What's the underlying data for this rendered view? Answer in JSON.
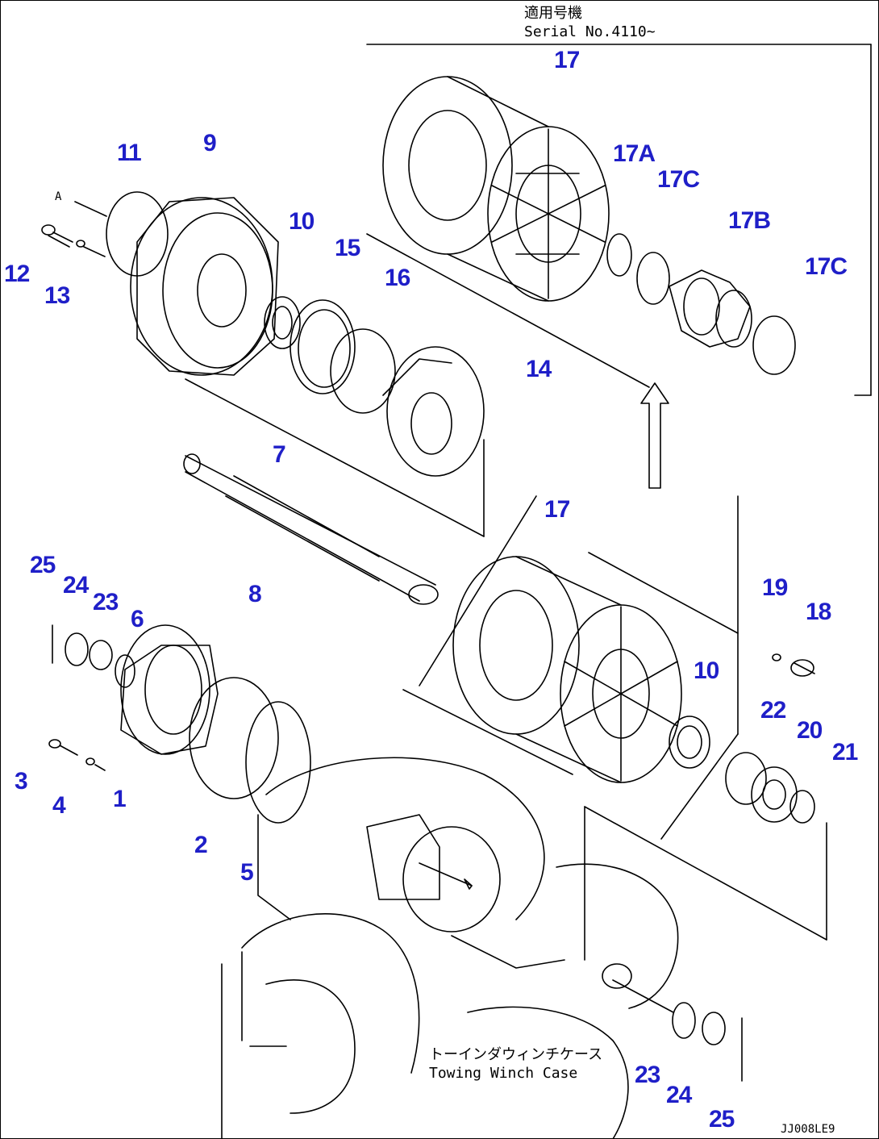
{
  "header": {
    "serial_jp": "適用号機",
    "serial_en": "Serial No.4110~"
  },
  "case": {
    "jp": "トーインダウィンチケース",
    "en": "Towing Winch Case"
  },
  "drawing_code": "JJ008LE9",
  "mark_a": "A",
  "colors": {
    "callout": "#1f1fc8",
    "line": "#000000"
  },
  "callouts": [
    "17",
    "17A",
    "17C",
    "17B",
    "17C",
    "11",
    "9",
    "10",
    "15",
    "16",
    "12",
    "13",
    "14",
    "7",
    "8",
    "17",
    "10",
    "19",
    "18",
    "25",
    "24",
    "23",
    "6",
    "3",
    "4",
    "1",
    "2",
    "5",
    "22",
    "20",
    "21",
    "23",
    "24",
    "25"
  ]
}
